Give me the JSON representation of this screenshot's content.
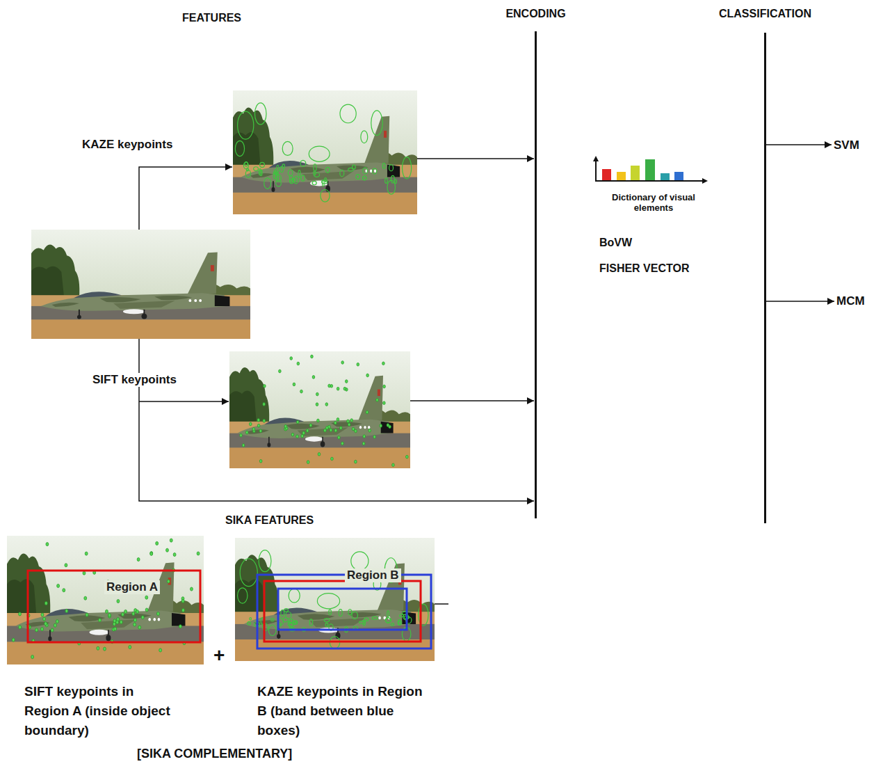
{
  "diagram": {
    "nodes": [
      {
        "text": [
          "KAZE keypoints"
        ]
      },
      {
        "text": [
          "SIFT keypoints"
        ]
      },
      {
        "text": [
          "Region A",
          "SIFT keypoints in Region A (inside object boundary)"
        ]
      },
      {
        "text": [
          "Region B",
          "KAZE keypoints in Region B (band between blue boxes)"
        ]
      },
      {
        "text": [
          "ENCODING"
        ]
      },
      {
        "text": [
          "CLASSIFICATION"
        ]
      },
      {
        "text": [
          "SVM"
        ]
      },
      {
        "text": [
          "MCM"
        ]
      }
    ],
    "edges": [
      {
        "from": 0,
        "to": 4,
        "arrow": "to"
      },
      {
        "from": 1,
        "to": 4,
        "arrow": "to"
      },
      {
        "from": 5,
        "to": 6,
        "arrow": "to"
      },
      {
        "from": 5,
        "to": 7,
        "arrow": "to"
      }
    ],
    "labels": [
      "FEATURES",
      "Dictionary of visual elements",
      "BoVW",
      "FISHER VECTOR",
      "SIKA FEATURES",
      "+",
      "[SIKA COMPLEMENTARY]"
    ]
  }
}
